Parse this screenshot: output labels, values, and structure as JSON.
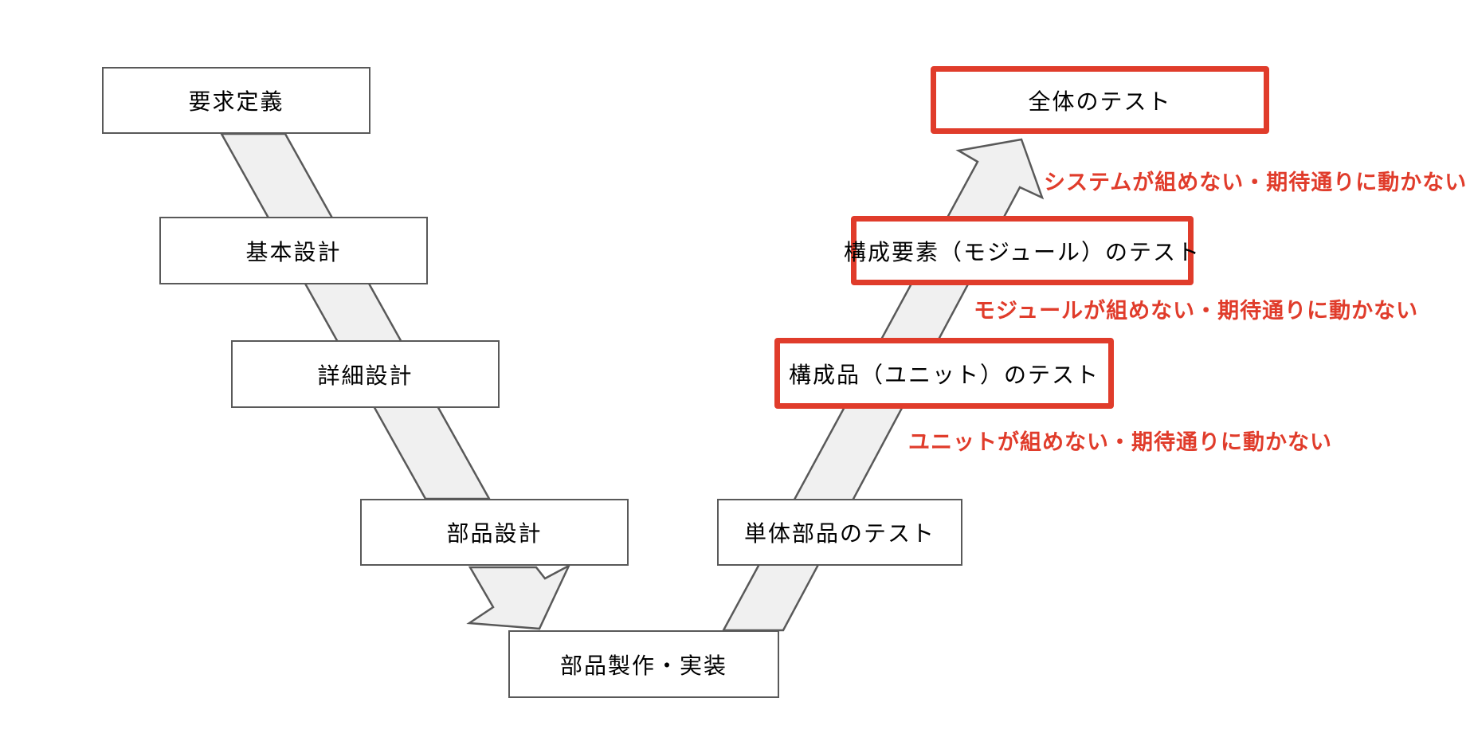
{
  "diagram": {
    "title": "V-model development and test flow",
    "left_flow": [
      {
        "label": "要求定義"
      },
      {
        "label": "基本設計"
      },
      {
        "label": "詳細設計"
      },
      {
        "label": "部品設計"
      }
    ],
    "bottom": {
      "label": "部品製作・実装"
    },
    "right_flow": [
      {
        "label": "単体部品のテスト",
        "highlight": false
      },
      {
        "label": "構成品（ユニット）のテスト",
        "highlight": true
      },
      {
        "label": "構成要素（モジュール）のテスト",
        "highlight": true
      },
      {
        "label": "全体のテスト",
        "highlight": true
      }
    ],
    "annotations": [
      {
        "text": "システムが組めない・期待通りに動かない"
      },
      {
        "text": "モジュールが組めない・期待通りに動かない"
      },
      {
        "text": "ユニットが組めない・期待通りに動かない"
      }
    ],
    "colors": {
      "highlight_red": "#E03C2B",
      "box_border": "#595959",
      "arrow_fill": "#F0F0F0",
      "arrow_stroke": "#595959"
    }
  }
}
